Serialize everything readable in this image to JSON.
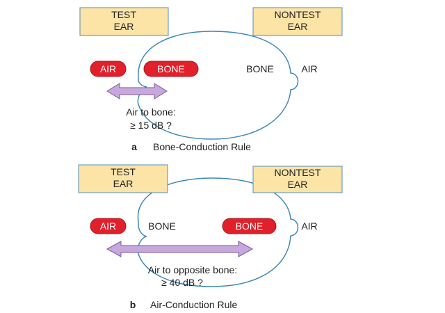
{
  "colors": {
    "box_fill": "#fce3a6",
    "box_stroke": "#4f8fbf",
    "head_stroke": "#3f88b8",
    "pill_fill": "#e0202a",
    "pill_stroke": "#b01820",
    "arrow_fill": "#c7a8dc",
    "arrow_stroke": "#7a5aa0"
  },
  "panel_a": {
    "test_box": [
      "TEST",
      "EAR"
    ],
    "nontest_box": [
      "NONTEST",
      "EAR"
    ],
    "pill_air": "AIR",
    "pill_bone": "BONE",
    "label_bone": "BONE",
    "label_air": "AIR",
    "rule_text": [
      "Air to bone:",
      "≥ 15 dB ?"
    ],
    "caption_letter": "a",
    "caption": "Bone-Conduction Rule"
  },
  "panel_b": {
    "test_box": [
      "TEST",
      "EAR"
    ],
    "nontest_box": [
      "NONTEST",
      "EAR"
    ],
    "pill_air": "AIR",
    "label_bone": "BONE",
    "pill_bone": "BONE",
    "label_air": "AIR",
    "rule_text": [
      "Air to opposite bone:",
      "≥ 40 dB ?"
    ],
    "caption_letter": "b",
    "caption": "Air-Conduction Rule"
  }
}
